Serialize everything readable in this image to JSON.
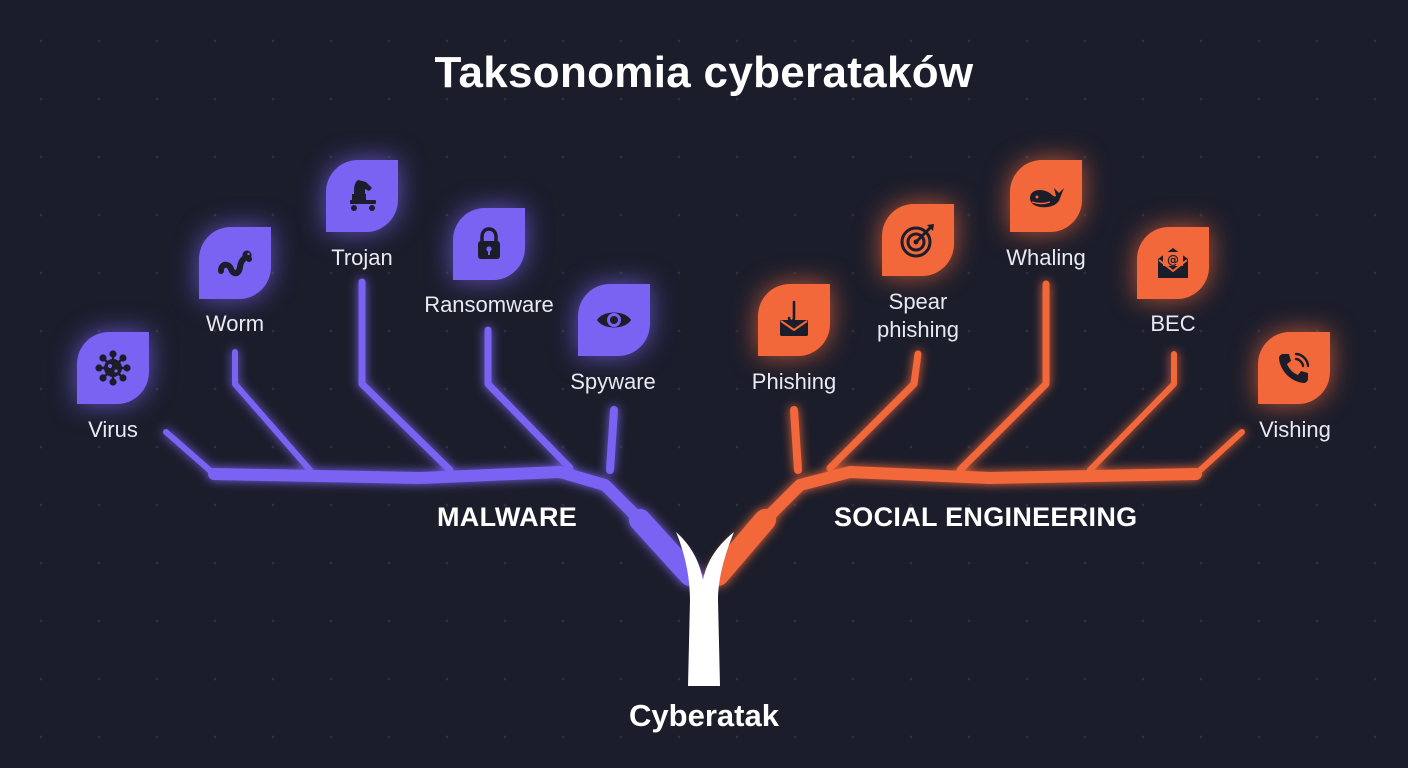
{
  "title": "Taksonomia cyberataków",
  "root": "Cyberatak",
  "colors": {
    "malware": "#7a63f2",
    "social": "#f2683a",
    "trunk": "#ffffff",
    "background": "#1b1d2b"
  },
  "branches": [
    {
      "id": "malware",
      "label": "MALWARE",
      "nodes": [
        {
          "label": "Virus",
          "icon": "virus-icon"
        },
        {
          "label": "Worm",
          "icon": "worm-icon"
        },
        {
          "label": "Trojan",
          "icon": "trojan-horse-icon"
        },
        {
          "label": "Ransomware",
          "icon": "padlock-icon"
        },
        {
          "label": "Spyware",
          "icon": "eye-icon"
        }
      ]
    },
    {
      "id": "social",
      "label": "SOCIAL ENGINEERING",
      "nodes": [
        {
          "label": "Phishing",
          "icon": "fishhook-envelope-icon"
        },
        {
          "label": "Spear\nphishing",
          "icon": "target-icon"
        },
        {
          "label": "Whaling",
          "icon": "whale-icon"
        },
        {
          "label": "BEC",
          "icon": "email-at-icon"
        },
        {
          "label": "Vishing",
          "icon": "phone-icon"
        }
      ]
    }
  ]
}
